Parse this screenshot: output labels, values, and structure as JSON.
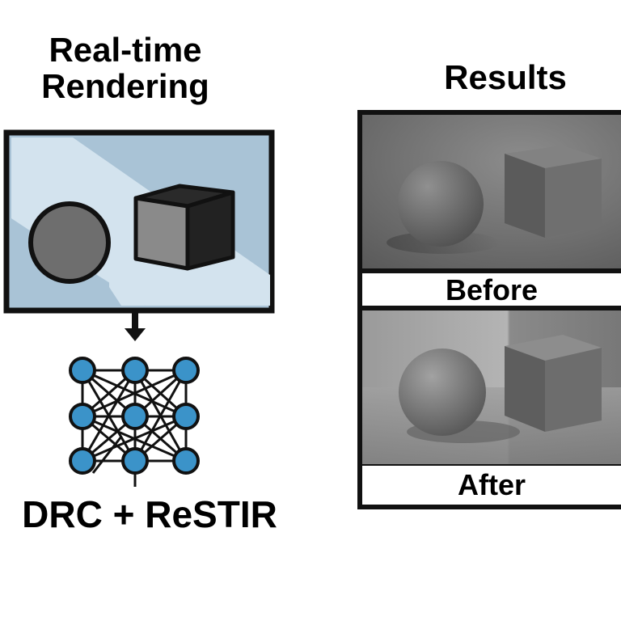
{
  "left_title": {
    "line1": "Real-time",
    "line2": "Rendering"
  },
  "right_title": "Results",
  "bottom_label": "DRC + ReSTIR",
  "results": {
    "before_label": "Before",
    "after_label": "After"
  },
  "colors": {
    "monitor_bg": "#a9c3d6",
    "monitor_highlight": "#d3e3ee",
    "node_fill": "#3b93c9",
    "outline": "#111111"
  }
}
